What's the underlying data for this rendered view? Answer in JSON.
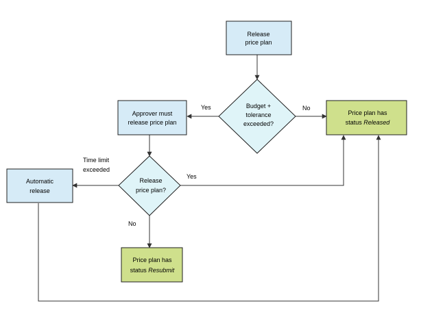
{
  "nodes": {
    "release_plan": {
      "lines": [
        "Release",
        "price plan"
      ]
    },
    "budget_decision": {
      "lines": [
        "Budget  +",
        "tolerance",
        "exceeded?"
      ]
    },
    "approver": {
      "lines": [
        "Approver must",
        "release price plan"
      ]
    },
    "released": {
      "lines": [
        "Price plan has",
        "status "
      ],
      "italic": "Released"
    },
    "release_decision": {
      "lines": [
        "Release",
        "price plan?"
      ]
    },
    "automatic": {
      "lines": [
        "Automatic",
        "release"
      ]
    },
    "resubmit": {
      "lines": [
        "Price plan has",
        "status "
      ],
      "italic": "Resubmit"
    }
  },
  "edges": {
    "yes_budget": "Yes",
    "no_budget": "No",
    "yes_release": "Yes",
    "no_release": "No",
    "time_limit": [
      "Time limit",
      "exceeded"
    ]
  },
  "colors": {
    "process_fill": "#d6ebf7",
    "terminal_fill": "#cfe08c",
    "decision_fill": "#dff4f8",
    "stroke": "#1f1f1f"
  }
}
